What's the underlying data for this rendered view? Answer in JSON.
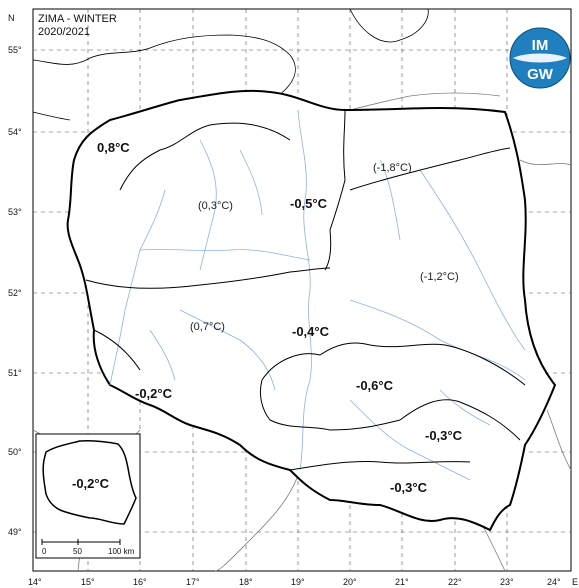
{
  "header": {
    "title": "ZIMA - WINTER",
    "period": "2020/2021"
  },
  "logo": {
    "top_text": "IM",
    "bottom_text": "GW"
  },
  "axes": {
    "north_label": "N",
    "east_label": "E",
    "lat_labels": [
      "55°",
      "54°",
      "53°",
      "52°",
      "51°",
      "50°",
      "49°"
    ],
    "lon_labels": [
      "14°",
      "15°",
      "16°",
      "17°",
      "18°",
      "19°",
      "20°",
      "21°",
      "22°",
      "23°",
      "24°"
    ]
  },
  "regions": [
    {
      "id": "pomorze-zachodnie",
      "label": "0,8°C",
      "bold": true
    },
    {
      "id": "polnoc-zachod",
      "label": "(0,3°C)",
      "bold": false
    },
    {
      "id": "polnoc-centrum",
      "label": "-0,5°C",
      "bold": true
    },
    {
      "id": "polnocny-wschod",
      "label": "(-1,8°C)",
      "bold": false
    },
    {
      "id": "wschod",
      "label": "(-1,2°C)",
      "bold": false
    },
    {
      "id": "zachod",
      "label": "(0,7°C)",
      "bold": false
    },
    {
      "id": "centrum",
      "label": "-0,4°C",
      "bold": true
    },
    {
      "id": "poludniowy-zachod",
      "label": "-0,2°C",
      "bold": true
    },
    {
      "id": "poludnie-centrum",
      "label": "-0,6°C",
      "bold": true
    },
    {
      "id": "poludniowy-wschod",
      "label": "-0,3°C",
      "bold": true
    },
    {
      "id": "poludnie-gory",
      "label": "-0,3°C",
      "bold": true
    }
  ],
  "inset": {
    "label": "-0,2°C",
    "scale_labels": [
      "0",
      "50",
      "100 km"
    ]
  },
  "colors": {
    "country_fill": "#ffffff",
    "outside_fill": "#ffffff",
    "sea": "#ffffff",
    "border": "#000000",
    "rivers": "#8fb1df",
    "neighbour_borders": "#7a7a7a",
    "logo_blue": "#1f7fbf"
  }
}
